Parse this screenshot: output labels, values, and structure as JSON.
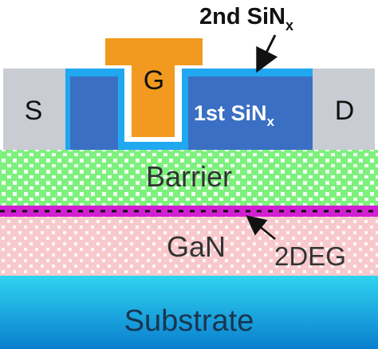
{
  "labels": {
    "source": "S",
    "drain": "D",
    "gate": "G",
    "first_sin_main": "1st SiN",
    "first_sin_sub": "x",
    "second_sin_main": "2nd SiN",
    "second_sin_sub": "x",
    "barrier": "Barrier",
    "gan": "GaN",
    "twodeg": "2DEG",
    "substrate": "Substrate"
  },
  "colors": {
    "contact": "#c9ccd3",
    "gate": "#f29a1f",
    "first_sin": "#3a6fc4",
    "second_sin": "#20a8f0",
    "barrier": "#7ef07e",
    "gan": "#f7c9cc",
    "twodeg": "#d21fd2",
    "substrate_top": "#2fd3ef",
    "substrate_bottom": "#0a7fcf"
  }
}
